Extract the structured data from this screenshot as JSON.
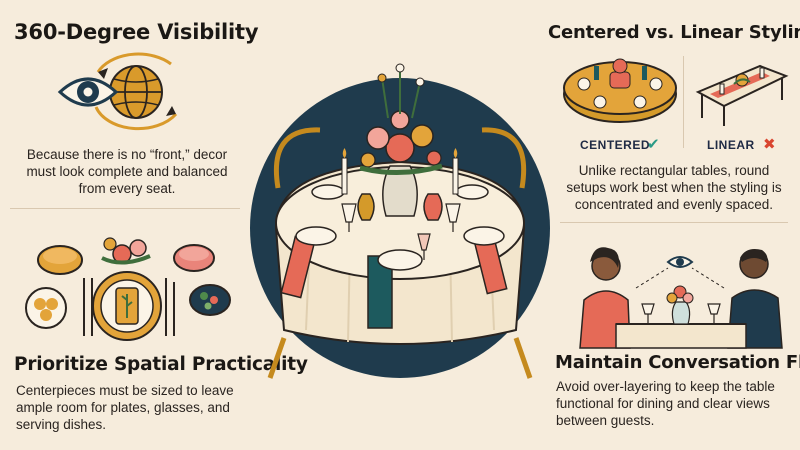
{
  "sections": {
    "visibility": {
      "title": "360-Degree Visibility",
      "text": "Because there is no “front,” decor must look complete and balanced from every seat."
    },
    "styling": {
      "title": "Centered vs. Linear Styling",
      "centered_label": "CENTERED",
      "linear_label": "LINEAR",
      "text": "Unlike rectangular tables, round setups work best when the styling is concentrated and evenly spaced."
    },
    "spatial": {
      "title": "Prioritize Spatial Practicality",
      "text": "Centerpieces must be sized to leave ample room for plates, glasses, and serving dishes."
    },
    "conversation": {
      "title": "Maintain Conversation Flow",
      "text": "Avoid over-layering to keep the table functional for dining and clear views between guests."
    }
  },
  "icons": {
    "centered_mark": "check-icon",
    "linear_mark": "cross-icon",
    "centered_mark_glyph": "✔",
    "linear_mark_glyph": "✖"
  },
  "colors": {
    "background": "#f6ecdc",
    "navy": "#1f3b4d",
    "teal": "#1d5a5e",
    "gold": "#d49a2a",
    "coral": "#e56a57",
    "check": "#2a9a86",
    "cross": "#d9452f"
  }
}
